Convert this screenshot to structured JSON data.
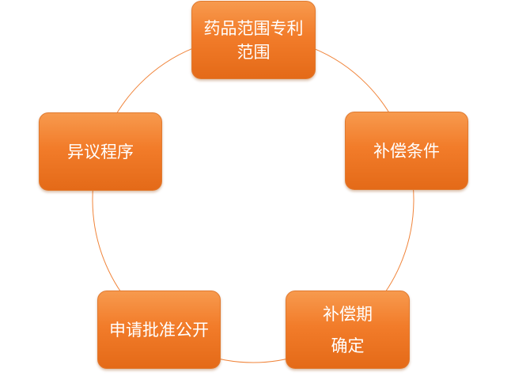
{
  "diagram": {
    "ring_color": "#f0843a",
    "node_color": "#f27c2a",
    "nodes": [
      {
        "label": "药品范围专利范围"
      },
      {
        "label": "补偿条件"
      },
      {
        "label": "补偿期确定"
      },
      {
        "label": "申请批准公开"
      },
      {
        "label": "异议程序"
      }
    ]
  }
}
